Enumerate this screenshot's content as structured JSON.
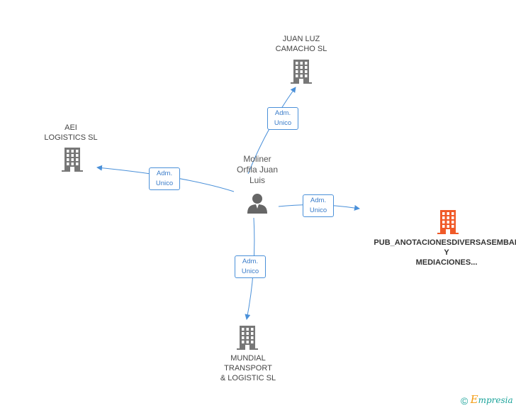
{
  "center": {
    "name_lines": [
      "Moliner",
      "Orfila Juan",
      "Luis"
    ],
    "icon": "person-icon"
  },
  "companies": [
    {
      "id": "juan-luz",
      "lines": [
        "JUAN LUZ",
        "CAMACHO SL"
      ],
      "icon": "building-icon",
      "color": "#777777"
    },
    {
      "id": "aei",
      "lines": [
        "AEI",
        "LOGISTICS SL"
      ],
      "icon": "building-icon",
      "color": "#777777"
    },
    {
      "id": "pub",
      "lines": [
        "PUB_ANOTACIONESDIVERSASEMBAL",
        "Y",
        "MEDIACIONES..."
      ],
      "icon": "building-icon",
      "color": "#f05a28"
    },
    {
      "id": "mundial",
      "lines": [
        "MUNDIAL",
        "TRANSPORT",
        "& LOGISTIC SL"
      ],
      "icon": "building-icon",
      "color": "#777777"
    }
  ],
  "relations": [
    {
      "to": "juan-luz",
      "lines": [
        "Adm.",
        "Unico"
      ]
    },
    {
      "to": "aei",
      "lines": [
        "Adm.",
        "Unico"
      ]
    },
    {
      "to": "pub",
      "lines": [
        "Adm.",
        "Unico"
      ]
    },
    {
      "to": "mundial",
      "lines": [
        "Adm.",
        "Unico"
      ]
    }
  ],
  "colors": {
    "edge": "#4a90d9",
    "node": "#777777",
    "highlight": "#f05a28"
  },
  "brand": {
    "copyright": "©",
    "e": "E",
    "rest": "mpresia"
  }
}
